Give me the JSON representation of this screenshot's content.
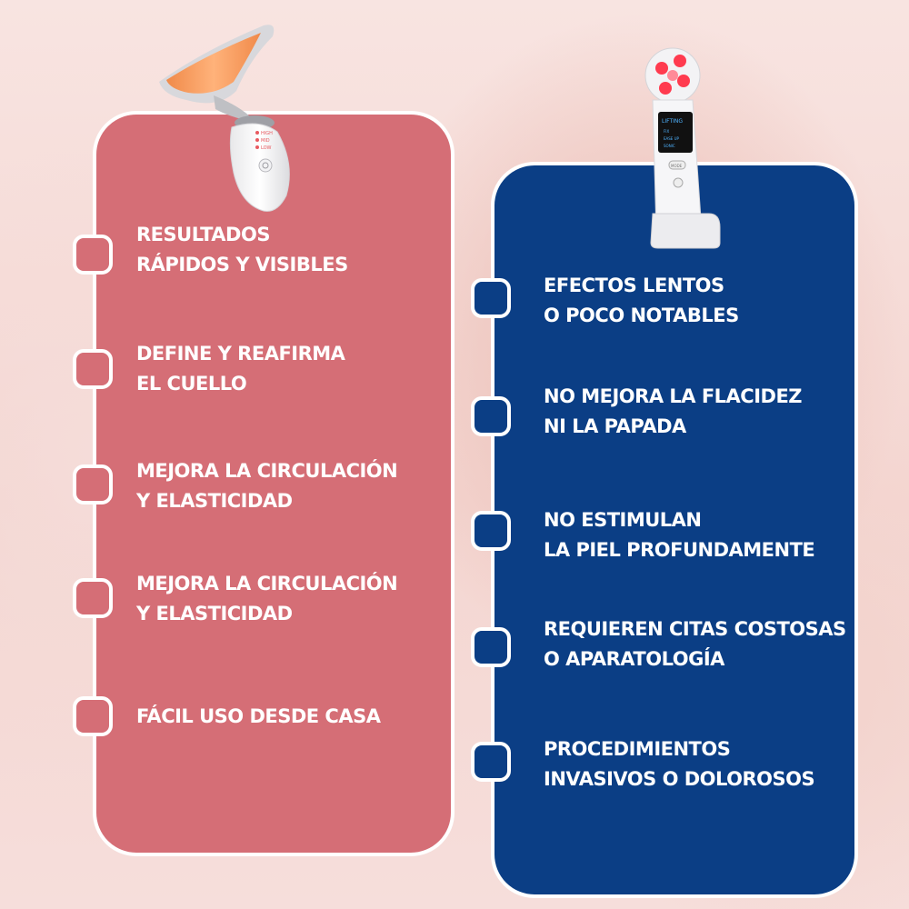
{
  "colors": {
    "pink_panel": "#d56e76",
    "blue_panel": "#0b3e85",
    "text": "#ffffff"
  },
  "left_device": {
    "icon": "neck-massager-device-icon",
    "labels": [
      "HIGH",
      "MID",
      "LOW"
    ]
  },
  "right_device": {
    "icon": "facial-device-icon",
    "screen_lines": [
      "LIFTING",
      "FIX",
      "EASE UP",
      "SONIC"
    ],
    "button_label": "MODE"
  },
  "left_panel": {
    "items": [
      {
        "lines": [
          "RESULTADOS",
          "RÁPIDOS Y VISIBLES"
        ]
      },
      {
        "lines": [
          "DEFINE Y REAFIRMA",
          "EL CUELLO"
        ]
      },
      {
        "lines": [
          "MEJORA LA CIRCULACIÓN",
          "Y ELASTICIDAD"
        ]
      },
      {
        "lines": [
          "MEJORA LA CIRCULACIÓN",
          "Y ELASTICIDAD"
        ]
      },
      {
        "lines": [
          "FÁCIL USO DESDE CASA"
        ]
      }
    ]
  },
  "right_panel": {
    "items": [
      {
        "lines": [
          "EFECTOS LENTOS",
          "O POCO NOTABLES"
        ]
      },
      {
        "lines": [
          "NO MEJORA LA FLACIDEZ",
          "NI LA PAPADA"
        ]
      },
      {
        "lines": [
          "NO ESTIMULAN",
          "LA PIEL PROFUNDAMENTE"
        ]
      },
      {
        "lines": [
          "REQUIEREN CITAS COSTOSAS",
          "O APARATOLOGÍA"
        ]
      },
      {
        "lines": [
          "PROCEDIMIENTOS",
          "INVASIVOS O DOLOROSOS"
        ]
      }
    ]
  }
}
